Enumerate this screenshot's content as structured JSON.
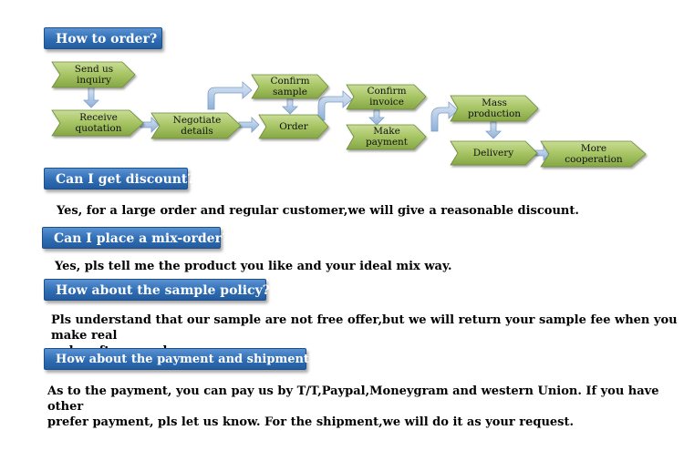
{
  "sections": {
    "order": {
      "title": "How to order?"
    },
    "discount": {
      "title": "Can I get discount?",
      "answer": "Yes, for a large order and regular customer,we will give a reasonable discount."
    },
    "mix": {
      "title": "Can I place a mix-order?",
      "answer": "Yes, pls tell me the product you like and your ideal mix way."
    },
    "sample": {
      "title": "How about the sample policy?",
      "answer_line1": "Pls understand that our sample are not free offer,but we will return your sample fee when you make real",
      "answer_line2": "order after sample."
    },
    "payment": {
      "title": "How about the payment and shipment?",
      "answer_line1": "As to the payment, you can pay us by T/T,Paypal,Moneygram and western Union. If you have other",
      "answer_line2": "prefer payment, pls let us know. For the shipment,we will do it as your request."
    }
  },
  "flow": {
    "send_inquiry": [
      "Send us",
      "inquiry"
    ],
    "receive_quotation": [
      "Receive",
      "quotation"
    ],
    "negotiate_details": [
      "Negotiate",
      "details"
    ],
    "confirm_sample": [
      "Confirm",
      "sample"
    ],
    "order": [
      "Order"
    ],
    "confirm_invoice": [
      "Confirm",
      "invoice"
    ],
    "make_payment": [
      "Make",
      "payment"
    ],
    "mass_production": [
      "Mass",
      "production"
    ],
    "delivery": [
      "Delivery"
    ],
    "more_cooperation": [
      "More",
      "cooperation"
    ]
  },
  "colors": {
    "header_blue": "#2f6db4",
    "box_green": "#9bbb59",
    "arrow_blue": "#95b3d7"
  }
}
